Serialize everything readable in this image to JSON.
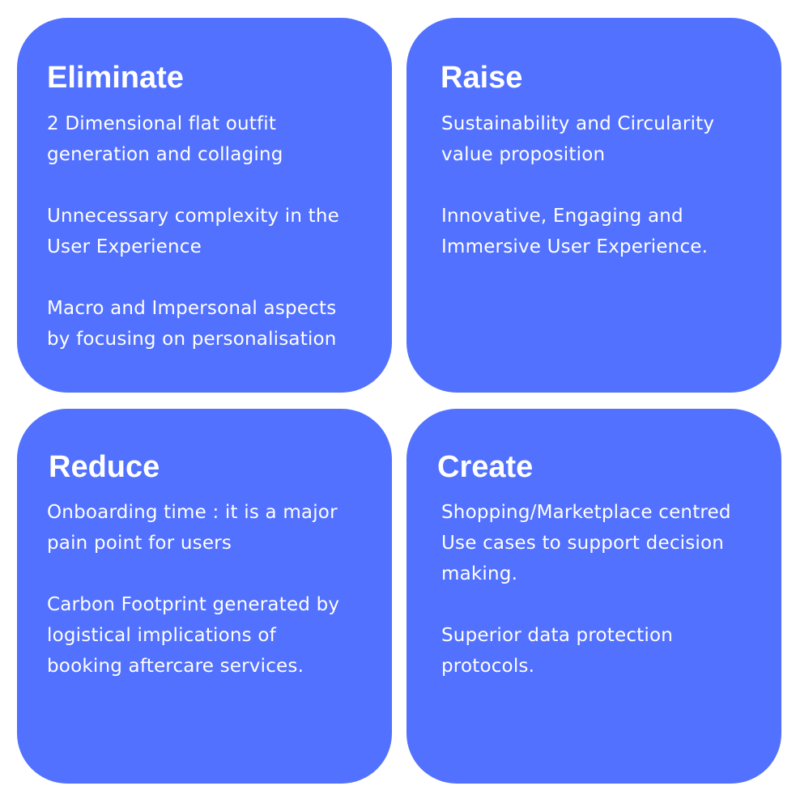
{
  "colors": {
    "card_background": "#5271ff",
    "text": "#ffffff",
    "page_background": "#ffffff"
  },
  "cards": {
    "eliminate": {
      "title": "Eliminate",
      "paragraphs": [
        [
          "2 Dimensional flat outfit",
          "generation and collaging"
        ],
        [
          "Unnecessary complexity in the",
          "User Experience"
        ],
        [
          "Macro and Impersonal aspects",
          "by focusing on personalisation"
        ]
      ]
    },
    "raise": {
      "title": "Raise",
      "paragraphs": [
        [
          "Sustainability and Circularity",
          "value proposition"
        ],
        [
          "Innovative, Engaging and",
          "Immersive User Experience."
        ]
      ]
    },
    "reduce": {
      "title": "Reduce",
      "paragraphs": [
        [
          "Onboarding time : it is a major",
          "pain point for users"
        ],
        [
          "Carbon Footprint generated by",
          "logistical implications of",
          "booking aftercare services."
        ]
      ]
    },
    "create": {
      "title": "Create",
      "paragraphs": [
        [
          "Shopping/Marketplace centred",
          "Use cases to support decision",
          "making."
        ],
        [
          "Superior data protection",
          "protocols."
        ]
      ]
    }
  }
}
